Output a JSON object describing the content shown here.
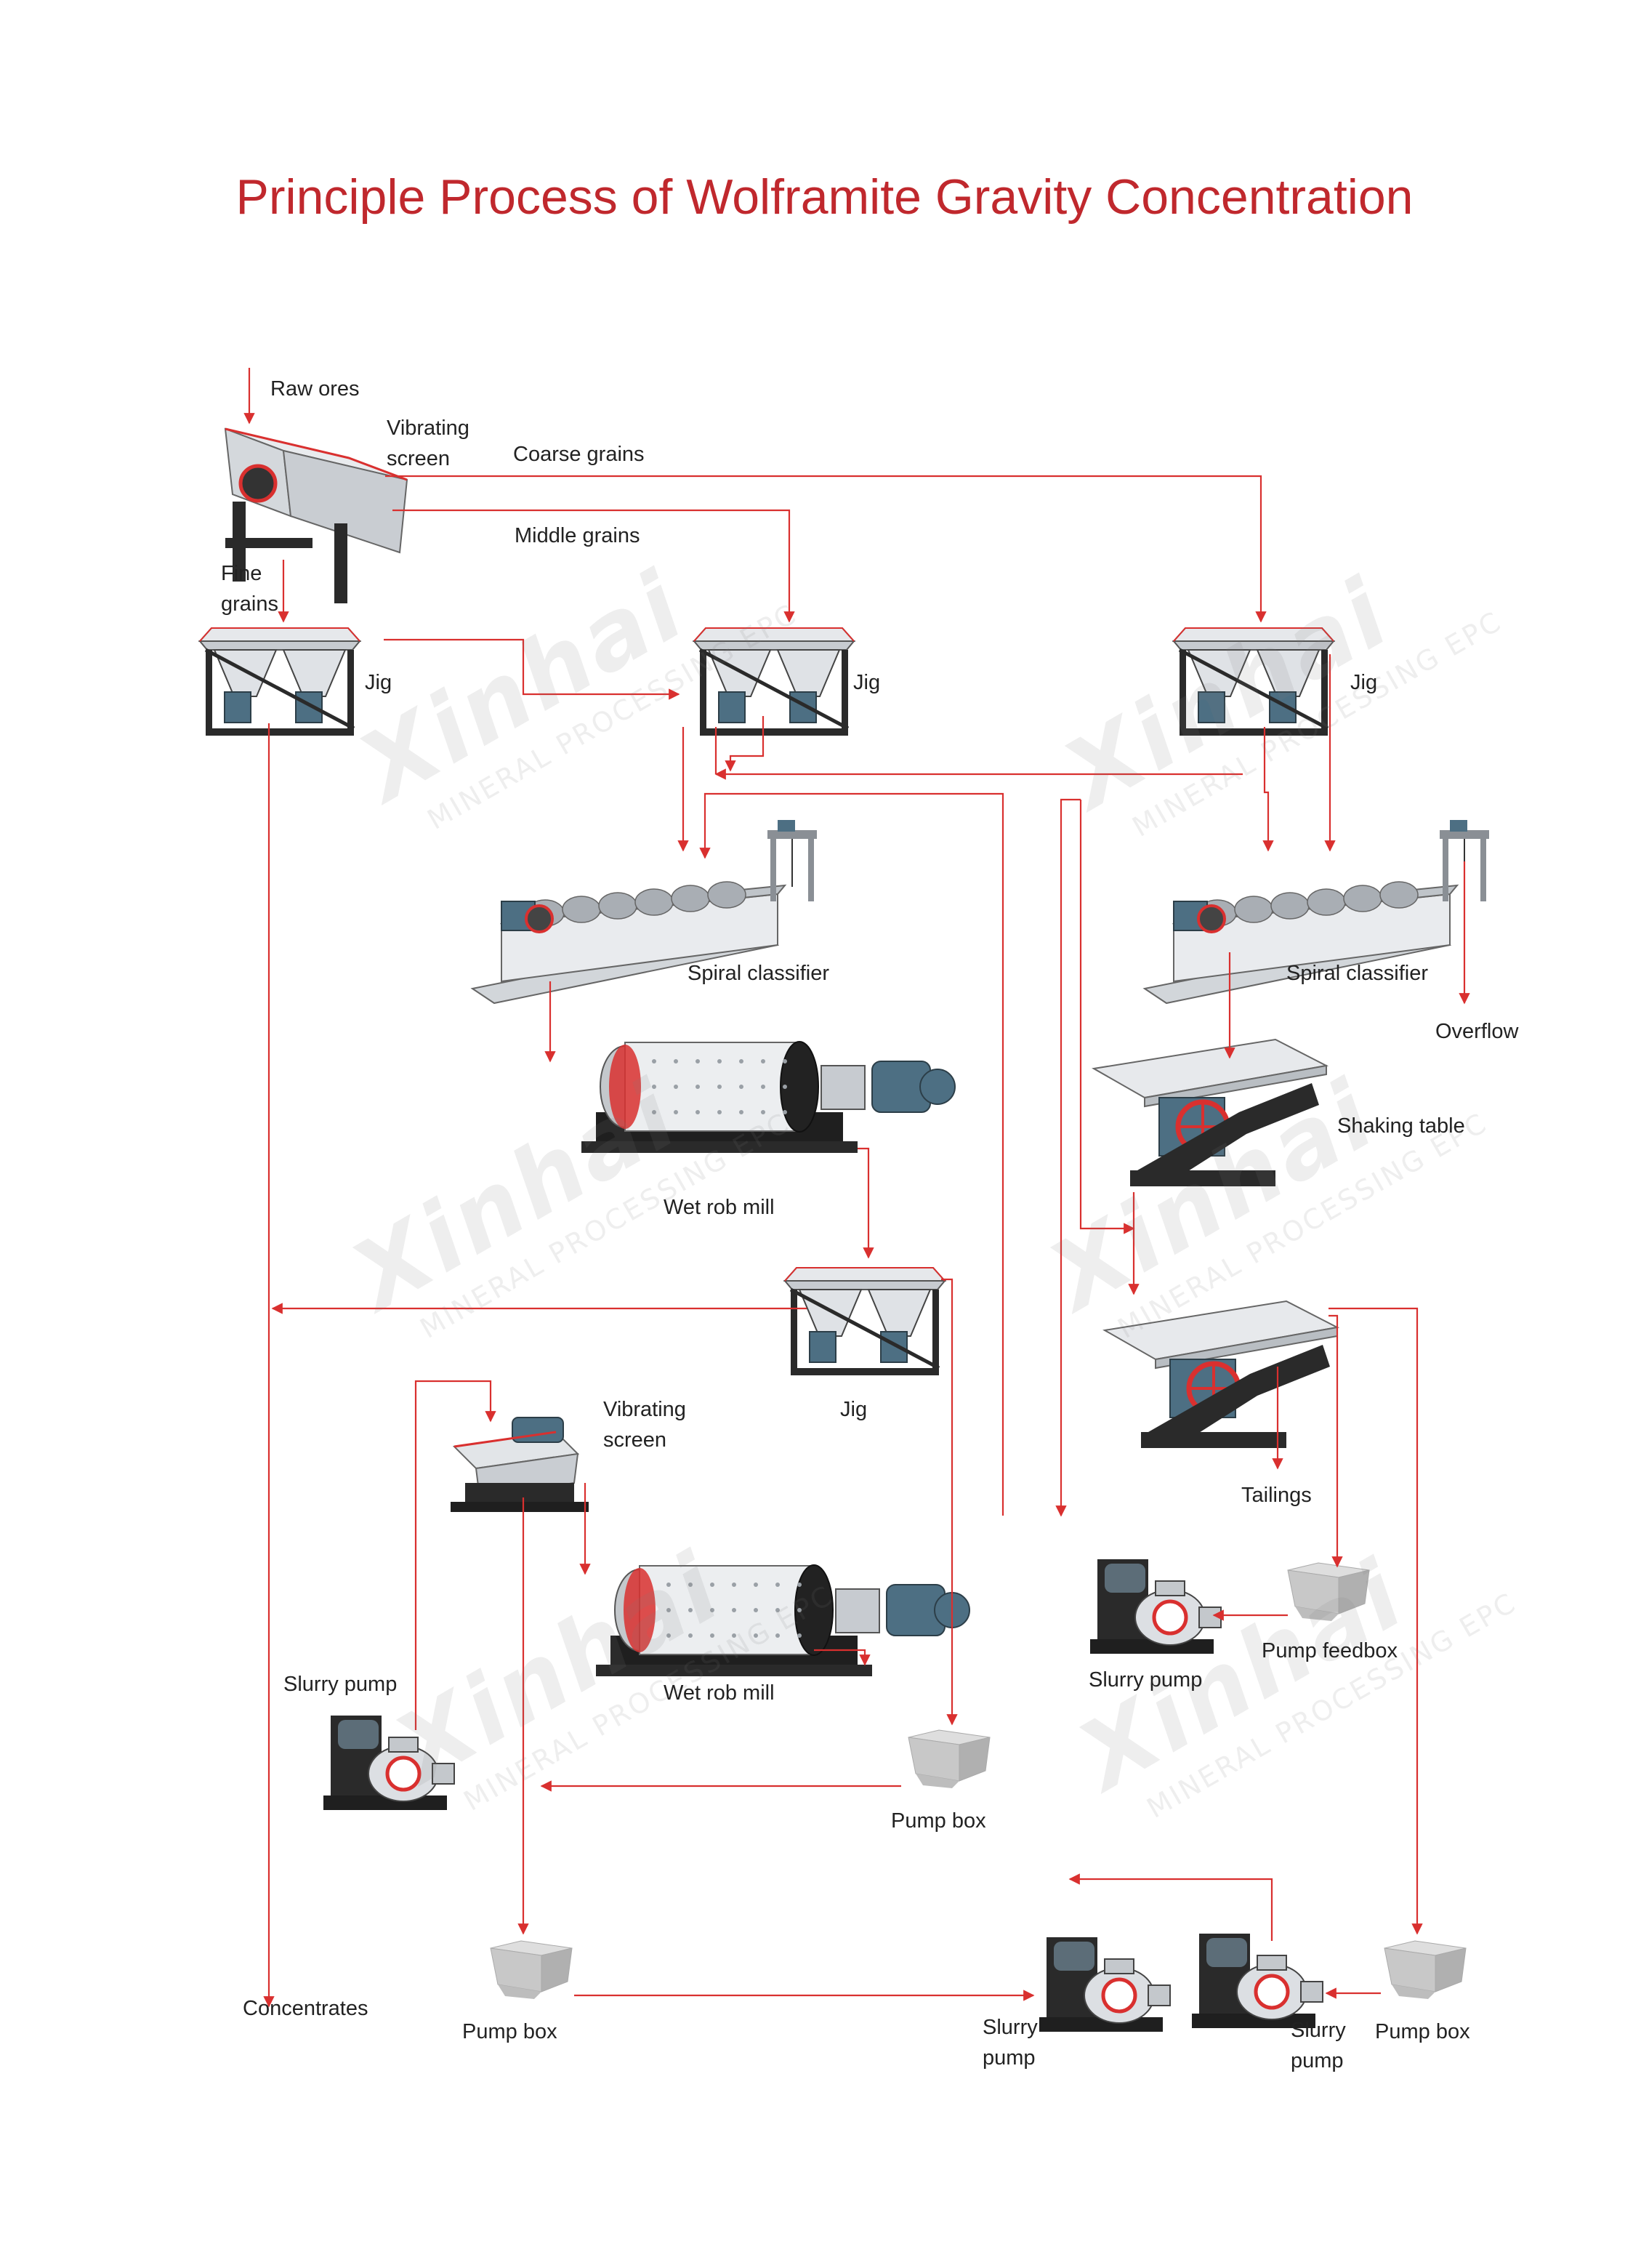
{
  "title": "Principle Process of Wolframite Gravity Concentration",
  "colors": {
    "title": "#c0282d",
    "flow_line": "#d9302f",
    "label_text": "#222222",
    "machine_frame": "#2a2a2a",
    "machine_blue": "#4d6f83",
    "machine_light": "#dcdfe3"
  },
  "watermark": {
    "brand": "Xinhai",
    "tagline": "MINERAL PROCESSING EPC"
  },
  "labels": {
    "raw_ores": "Raw ores",
    "vibrating_screen_1": "Vibrating screen",
    "coarse_grains": "Coarse grains",
    "middle_grains": "Middle grains",
    "fine_grains": "Fine grains",
    "jig_1": "Jig",
    "jig_2": "Jig",
    "jig_3": "Jig",
    "spiral_classifier_1": "Spiral classifier",
    "spiral_classifier_2": "Spiral classifier",
    "overflow": "Overflow",
    "shaking_table": "Shaking table",
    "wet_rob_mill_1": "Wet rob mill",
    "jig_4": "Jig",
    "vibrating_screen_2": "Vibrating screen",
    "tailings": "Tailings",
    "pump_feedbox": "Pump feedbox",
    "slurry_pump_1": "Slurry pump",
    "slurry_pump_2": "Slurry pump",
    "wet_rob_mill_2": "Wet rob mill",
    "pump_box_1": "Pump box",
    "concentrates": "Concentrates",
    "pump_box_2": "Pump box",
    "slurry_pump_3": "Slurry pump",
    "slurry_pump_4": "Slurry pump",
    "pump_box_3": "Pump box"
  },
  "equipment": [
    {
      "id": "vibrating-screen-1",
      "icon": "vibrating-screen-icon"
    },
    {
      "id": "jig-1",
      "icon": "jig-icon"
    },
    {
      "id": "jig-2",
      "icon": "jig-icon"
    },
    {
      "id": "jig-3",
      "icon": "jig-icon"
    },
    {
      "id": "spiral-classifier-1",
      "icon": "spiral-classifier-icon"
    },
    {
      "id": "spiral-classifier-2",
      "icon": "spiral-classifier-icon"
    },
    {
      "id": "wet-rob-mill-1",
      "icon": "ball-mill-icon"
    },
    {
      "id": "shaking-table-1",
      "icon": "shaking-table-icon"
    },
    {
      "id": "jig-4",
      "icon": "jig-icon"
    },
    {
      "id": "shaking-table-2",
      "icon": "shaking-table-icon"
    },
    {
      "id": "vibrating-screen-2",
      "icon": "vibrating-screen-icon"
    },
    {
      "id": "wet-rob-mill-2",
      "icon": "ball-mill-icon"
    },
    {
      "id": "slurry-pump-1",
      "icon": "slurry-pump-icon"
    },
    {
      "id": "slurry-pump-2",
      "icon": "slurry-pump-icon"
    },
    {
      "id": "pump-feedbox",
      "icon": "pump-box-icon"
    },
    {
      "id": "pump-box-1",
      "icon": "pump-box-icon"
    },
    {
      "id": "pump-box-2",
      "icon": "pump-box-icon"
    },
    {
      "id": "pump-box-3",
      "icon": "pump-box-icon"
    },
    {
      "id": "slurry-pump-3",
      "icon": "slurry-pump-icon"
    },
    {
      "id": "slurry-pump-4",
      "icon": "slurry-pump-icon"
    }
  ]
}
